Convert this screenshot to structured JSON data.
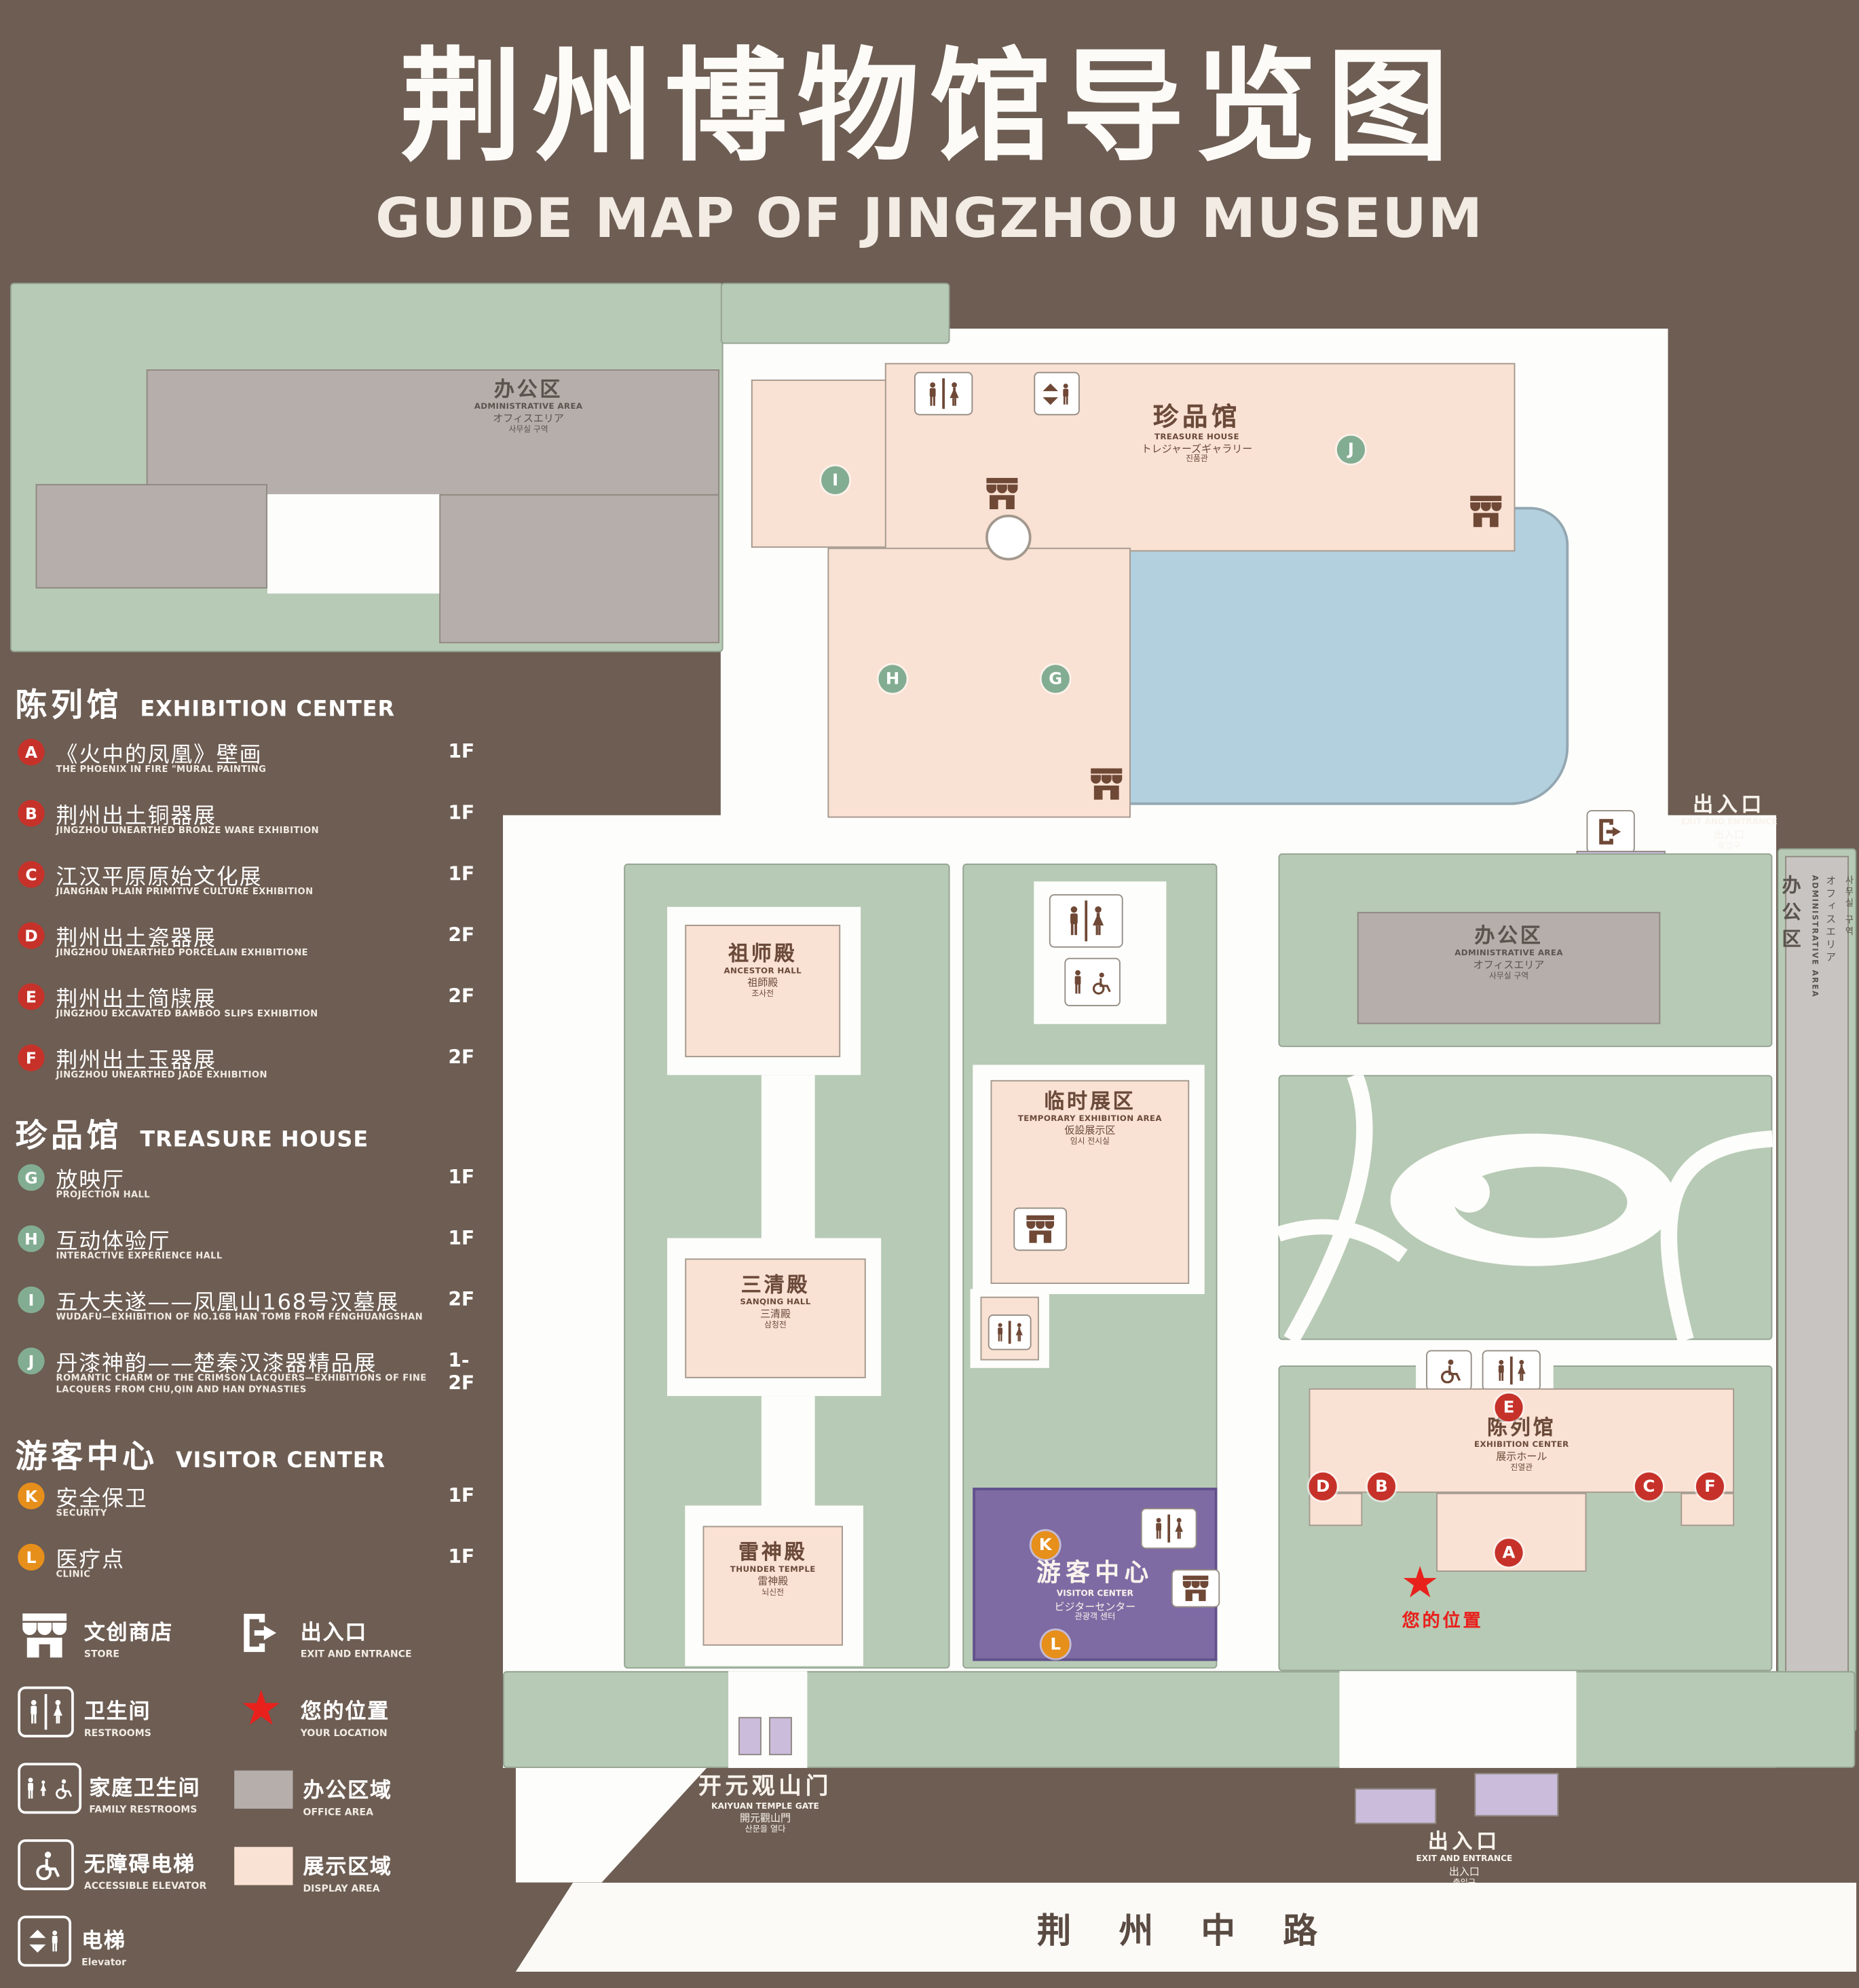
{
  "title": {
    "zh": "荆州博物馆导览图",
    "en": "GUIDE MAP OF JINGZHOU MUSEUM"
  },
  "legend": {
    "sections": [
      {
        "zh": "陈列馆",
        "en": "EXHIBITION CENTER",
        "items": [
          {
            "letter": "A",
            "zh": "《火中的凤凰》壁画",
            "en": "THE PHOENIX IN FIRE \"MURAL PAINTING",
            "floor": "1F"
          },
          {
            "letter": "B",
            "zh": "荆州出土铜器展",
            "en": "JINGZHOU UNEARTHED BRONZE WARE EXHIBITION",
            "floor": "1F"
          },
          {
            "letter": "C",
            "zh": "江汉平原原始文化展",
            "en": "JIANGHAN PLAIN PRIMITIVE CULTURE EXHIBITION",
            "floor": "1F"
          },
          {
            "letter": "D",
            "zh": "荆州出土瓷器展",
            "en": "JINGZHOU UNEARTHED PORCELAIN EXHIBITIONE",
            "floor": "2F"
          },
          {
            "letter": "E",
            "zh": "荆州出土简牍展",
            "en": "JINGZHOU EXCAVATED BAMBOO SLIPS EXHIBITION",
            "floor": "2F"
          },
          {
            "letter": "F",
            "zh": "荆州出土玉器展",
            "en": "JINGZHOU UNEARTHED JADE EXHIBITION",
            "floor": "2F"
          }
        ]
      },
      {
        "zh": "珍品馆",
        "en": "TREASURE HOUSE",
        "items": [
          {
            "letter": "G",
            "zh": "放映厅",
            "en": "PROJECTION HALL",
            "floor": "1F"
          },
          {
            "letter": "H",
            "zh": "互动体验厅",
            "en": "INTERACTIVE EXPERIENCE HALL",
            "floor": "1F"
          },
          {
            "letter": "I",
            "zh": "五大夫遂——凤凰山168号汉墓展",
            "en": "WUDAFU—EXHIBITION OF NO.168 HAN TOMB FROM FENGHUANGSHAN",
            "floor": "2F"
          },
          {
            "letter": "J",
            "zh": "丹漆神韵——楚秦汉漆器精品展",
            "en": "ROMANTIC CHARM OF THE CRIMSON LACQUERS—EXHIBITIONS OF FINE LACQUERS FROM CHU,QIN AND HAN DYNASTIES",
            "floor": "1-2F"
          }
        ]
      },
      {
        "zh": "游客中心",
        "en": "VISITOR CENTER",
        "items": [
          {
            "letter": "K",
            "zh": "安全保卫",
            "en": "SECURITY",
            "floor": "1F"
          },
          {
            "letter": "L",
            "zh": "医疗点",
            "en": "CLINIC",
            "floor": "1F"
          }
        ]
      }
    ],
    "symbols": [
      {
        "zh": "文创商店",
        "en": "STORE"
      },
      {
        "zh": "出入口",
        "en": "EXIT AND ENTRANCE"
      },
      {
        "zh": "卫生间",
        "en": "RESTROOMS"
      },
      {
        "zh": "您的位置",
        "en": "YOUR LOCATION"
      },
      {
        "zh": "家庭卫生间",
        "en": "FAMILY RESTROOMS"
      },
      {
        "zh": "办公区域",
        "en": "OFFICE AREA"
      },
      {
        "zh": "无障碍电梯",
        "en": "ACCESSIBLE ELEVATOR"
      },
      {
        "zh": "展示区域",
        "en": "DISPLAY AREA"
      },
      {
        "zh": "电梯",
        "en": "Elevator"
      }
    ]
  },
  "map": {
    "admin_top": {
      "zh": "办公区",
      "en": "ADMINISTRATIVE AREA",
      "ja": "オフィスエリア",
      "ko": "사무실 구역"
    },
    "treasure": {
      "zh": "珍品馆",
      "en": "TREASURE HOUSE",
      "ja": "トレジャーズギャラリー",
      "ko": "진품관"
    },
    "ancestor": {
      "zh": "祖师殿",
      "en": "ANCESTOR HALL",
      "ja": "祖師殿",
      "ko": "조사전"
    },
    "admin_mid": {
      "zh": "办公区",
      "en": "ADMINISTRATIVE AREA",
      "ja": "オフィスエリア",
      "ko": "사무실 구역"
    },
    "temporary": {
      "zh": "临时展区",
      "en": "TEMPORARY EXHIBITION AREA",
      "ja": "仮設展示区",
      "ko": "임시 전시실"
    },
    "sanqing": {
      "zh": "三清殿",
      "en": "SANQING HALL",
      "ja": "三清殿",
      "ko": "삼청전"
    },
    "thunder": {
      "zh": "雷神殿",
      "en": "THUNDER TEMPLE",
      "ja": "雷神殿",
      "ko": "뇌신전"
    },
    "visitor": {
      "zh": "游客中心",
      "en": "VISITOR CENTER",
      "ja": "ビジターセンター",
      "ko": "관광객 센터"
    },
    "exhibition": {
      "zh": "陈列馆",
      "en": "EXHIBITION CENTER",
      "ja": "展示ホール",
      "ko": "진열관"
    },
    "admin_right": {
      "zh": "办公区",
      "en": "ADMINISTRATIVE AREA",
      "ja": "オフィスエリア",
      "ko": "사무실 구역"
    },
    "gate": {
      "zh": "开元观山门",
      "en": "KAIYUAN TEMPLE GATE",
      "ja": "開元觀山門",
      "ko": "산문을 열다"
    },
    "exit_right": {
      "zh": "出入口",
      "en": "EXIT AND ENTRANCE",
      "ja": "出入口",
      "ko": "출입구"
    },
    "exit_bottom": {
      "zh": "出入口",
      "en": "EXIT AND ENTRANCE",
      "ja": "出入口",
      "ko": "출입구"
    },
    "your_location": "您的位置",
    "road": "荆 州 中 路",
    "markers": [
      "A",
      "B",
      "C",
      "D",
      "E",
      "F",
      "G",
      "H",
      "I",
      "J",
      "K",
      "L"
    ]
  },
  "colors": {
    "background": "#6d5d53",
    "grounds": "#b7cab5",
    "display_area": "#f9e1d3",
    "office_area": "#b5aeab",
    "water": "#b3d0de",
    "visitor_center": "#7e6ba3",
    "marker_red": "#c6322a",
    "marker_green": "#83ad92",
    "marker_orange": "#e78f1b",
    "location_red": "#e8211d"
  }
}
